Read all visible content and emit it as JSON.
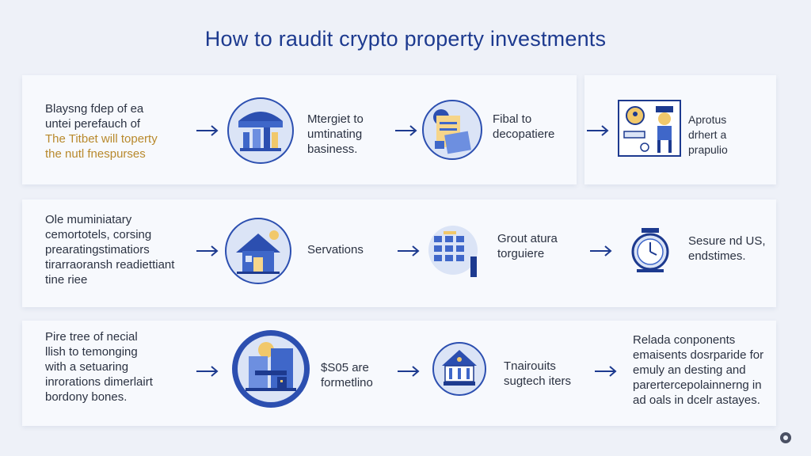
{
  "title": "How to raudit crypto property investments",
  "rows": [
    {
      "intro": [
        "Blaysng fdep of ea",
        "untei perefauch of"
      ],
      "intro_highlight": [
        "The Titbet will toperty",
        "the nutl fnespurses"
      ],
      "steps": [
        {
          "icon": "storefront-icon",
          "text": [
            "Mtergiet to",
            "umtinating",
            "basiness."
          ]
        },
        {
          "icon": "documents-icon",
          "text": [
            "Fibal to",
            "decopatiere"
          ]
        },
        {
          "icon": "id-card-icon",
          "text": [
            "Aprotus",
            "drhert a",
            "prapulio"
          ]
        }
      ]
    },
    {
      "intro": [
        "Ole muminiatary",
        "cemortotels, corsing",
        "prearatingstimatiors",
        "tirarraoransh readiettiant",
        "tine riee"
      ],
      "intro_highlight": [],
      "steps": [
        {
          "icon": "house-icon",
          "text": [
            "Servations"
          ]
        },
        {
          "icon": "calendar-grid-icon",
          "text": [
            "Grout atura",
            "torguiere"
          ]
        },
        {
          "icon": "clock-icon",
          "text": [
            "Sesure nd US,",
            "endstimes."
          ]
        }
      ]
    },
    {
      "intro": [
        "Pire tree of necial",
        "llish to temonging",
        "with a setuaring",
        "inrorations dimerlairt",
        "bordony bones."
      ],
      "intro_highlight": [],
      "steps": [
        {
          "icon": "city-buildings-icon",
          "text": [
            "$S05 are",
            "formetlino"
          ]
        },
        {
          "icon": "temple-icon",
          "text": [
            "Tnairouits",
            "sugtech iters"
          ]
        },
        {
          "icon": "none",
          "text": [
            "Relada conponents",
            "emaisents dosrparide for",
            "emuly an desting and",
            "parertercepolainnerng in",
            "ad oals in dcelr astayes."
          ]
        }
      ]
    }
  ],
  "colors": {
    "accent": "#1d3a8f",
    "icon_light": "#dbe4f6",
    "icon_mid": "#3f67c9",
    "highlight": "#b8892c"
  }
}
